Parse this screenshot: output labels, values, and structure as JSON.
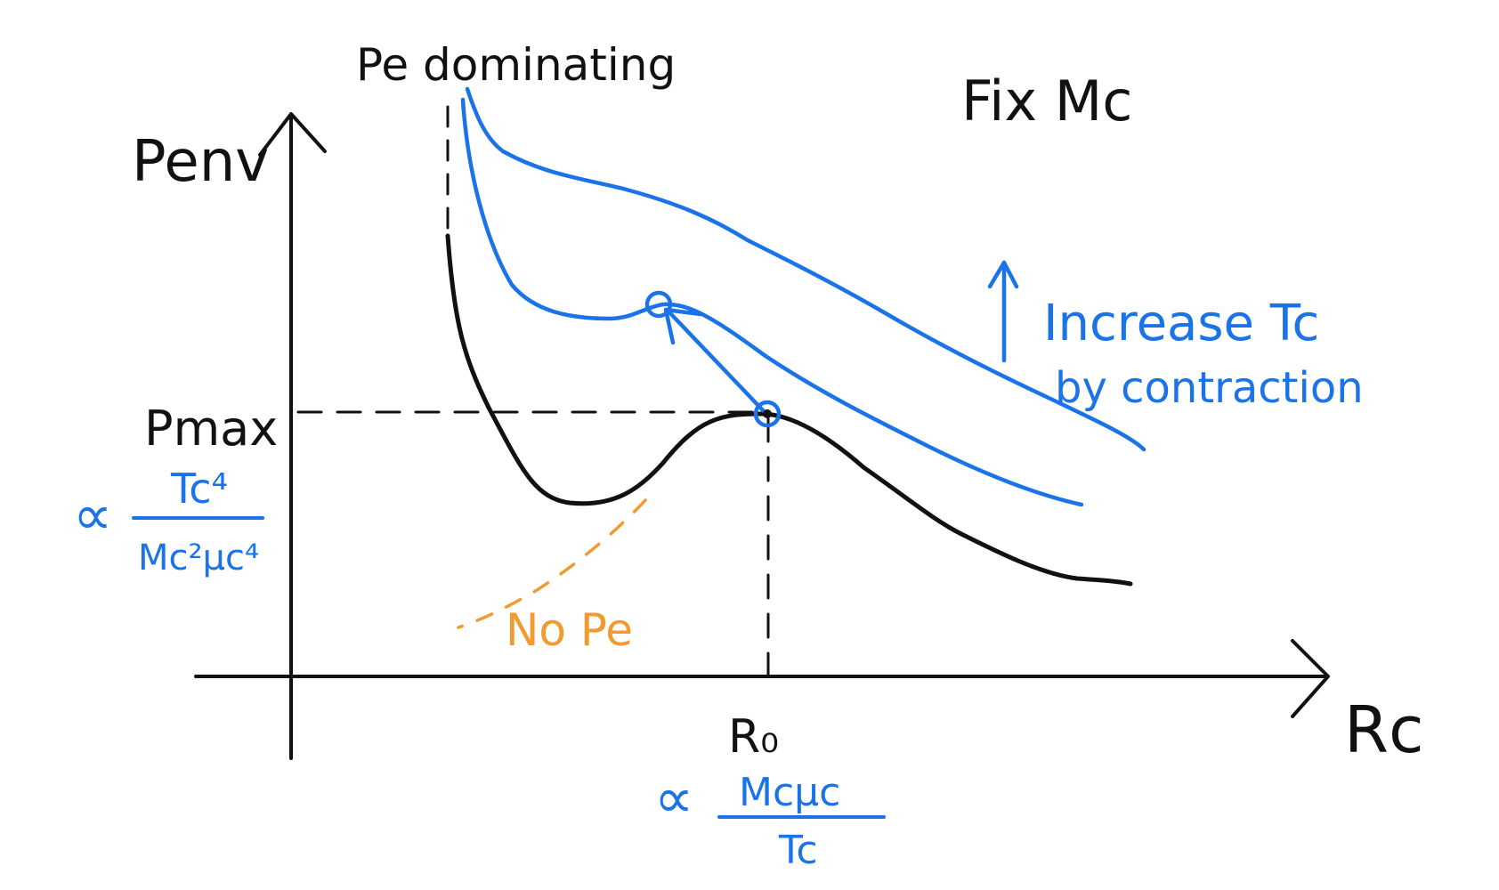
{
  "labels": {
    "y_axis": "Penv",
    "x_axis": "Rc",
    "top_note": "Pe dominating",
    "fix_note": "Fix Mc",
    "pmax": "Pmax",
    "pmax_prop_symbol": "∝",
    "pmax_numerator": "Tc⁴",
    "pmax_denominator": "Mc²μc⁴",
    "r0": "R₀",
    "r0_prop_symbol": "∝",
    "r0_numerator": "Mcμc",
    "r0_denominator": "Tc",
    "no_pe": "No Pe",
    "increase_line1": "Increase Tc",
    "increase_line2": "by contraction"
  },
  "colors": {
    "ink": "#111111",
    "blue": "#1a73e8",
    "orange": "#f29a2e"
  }
}
